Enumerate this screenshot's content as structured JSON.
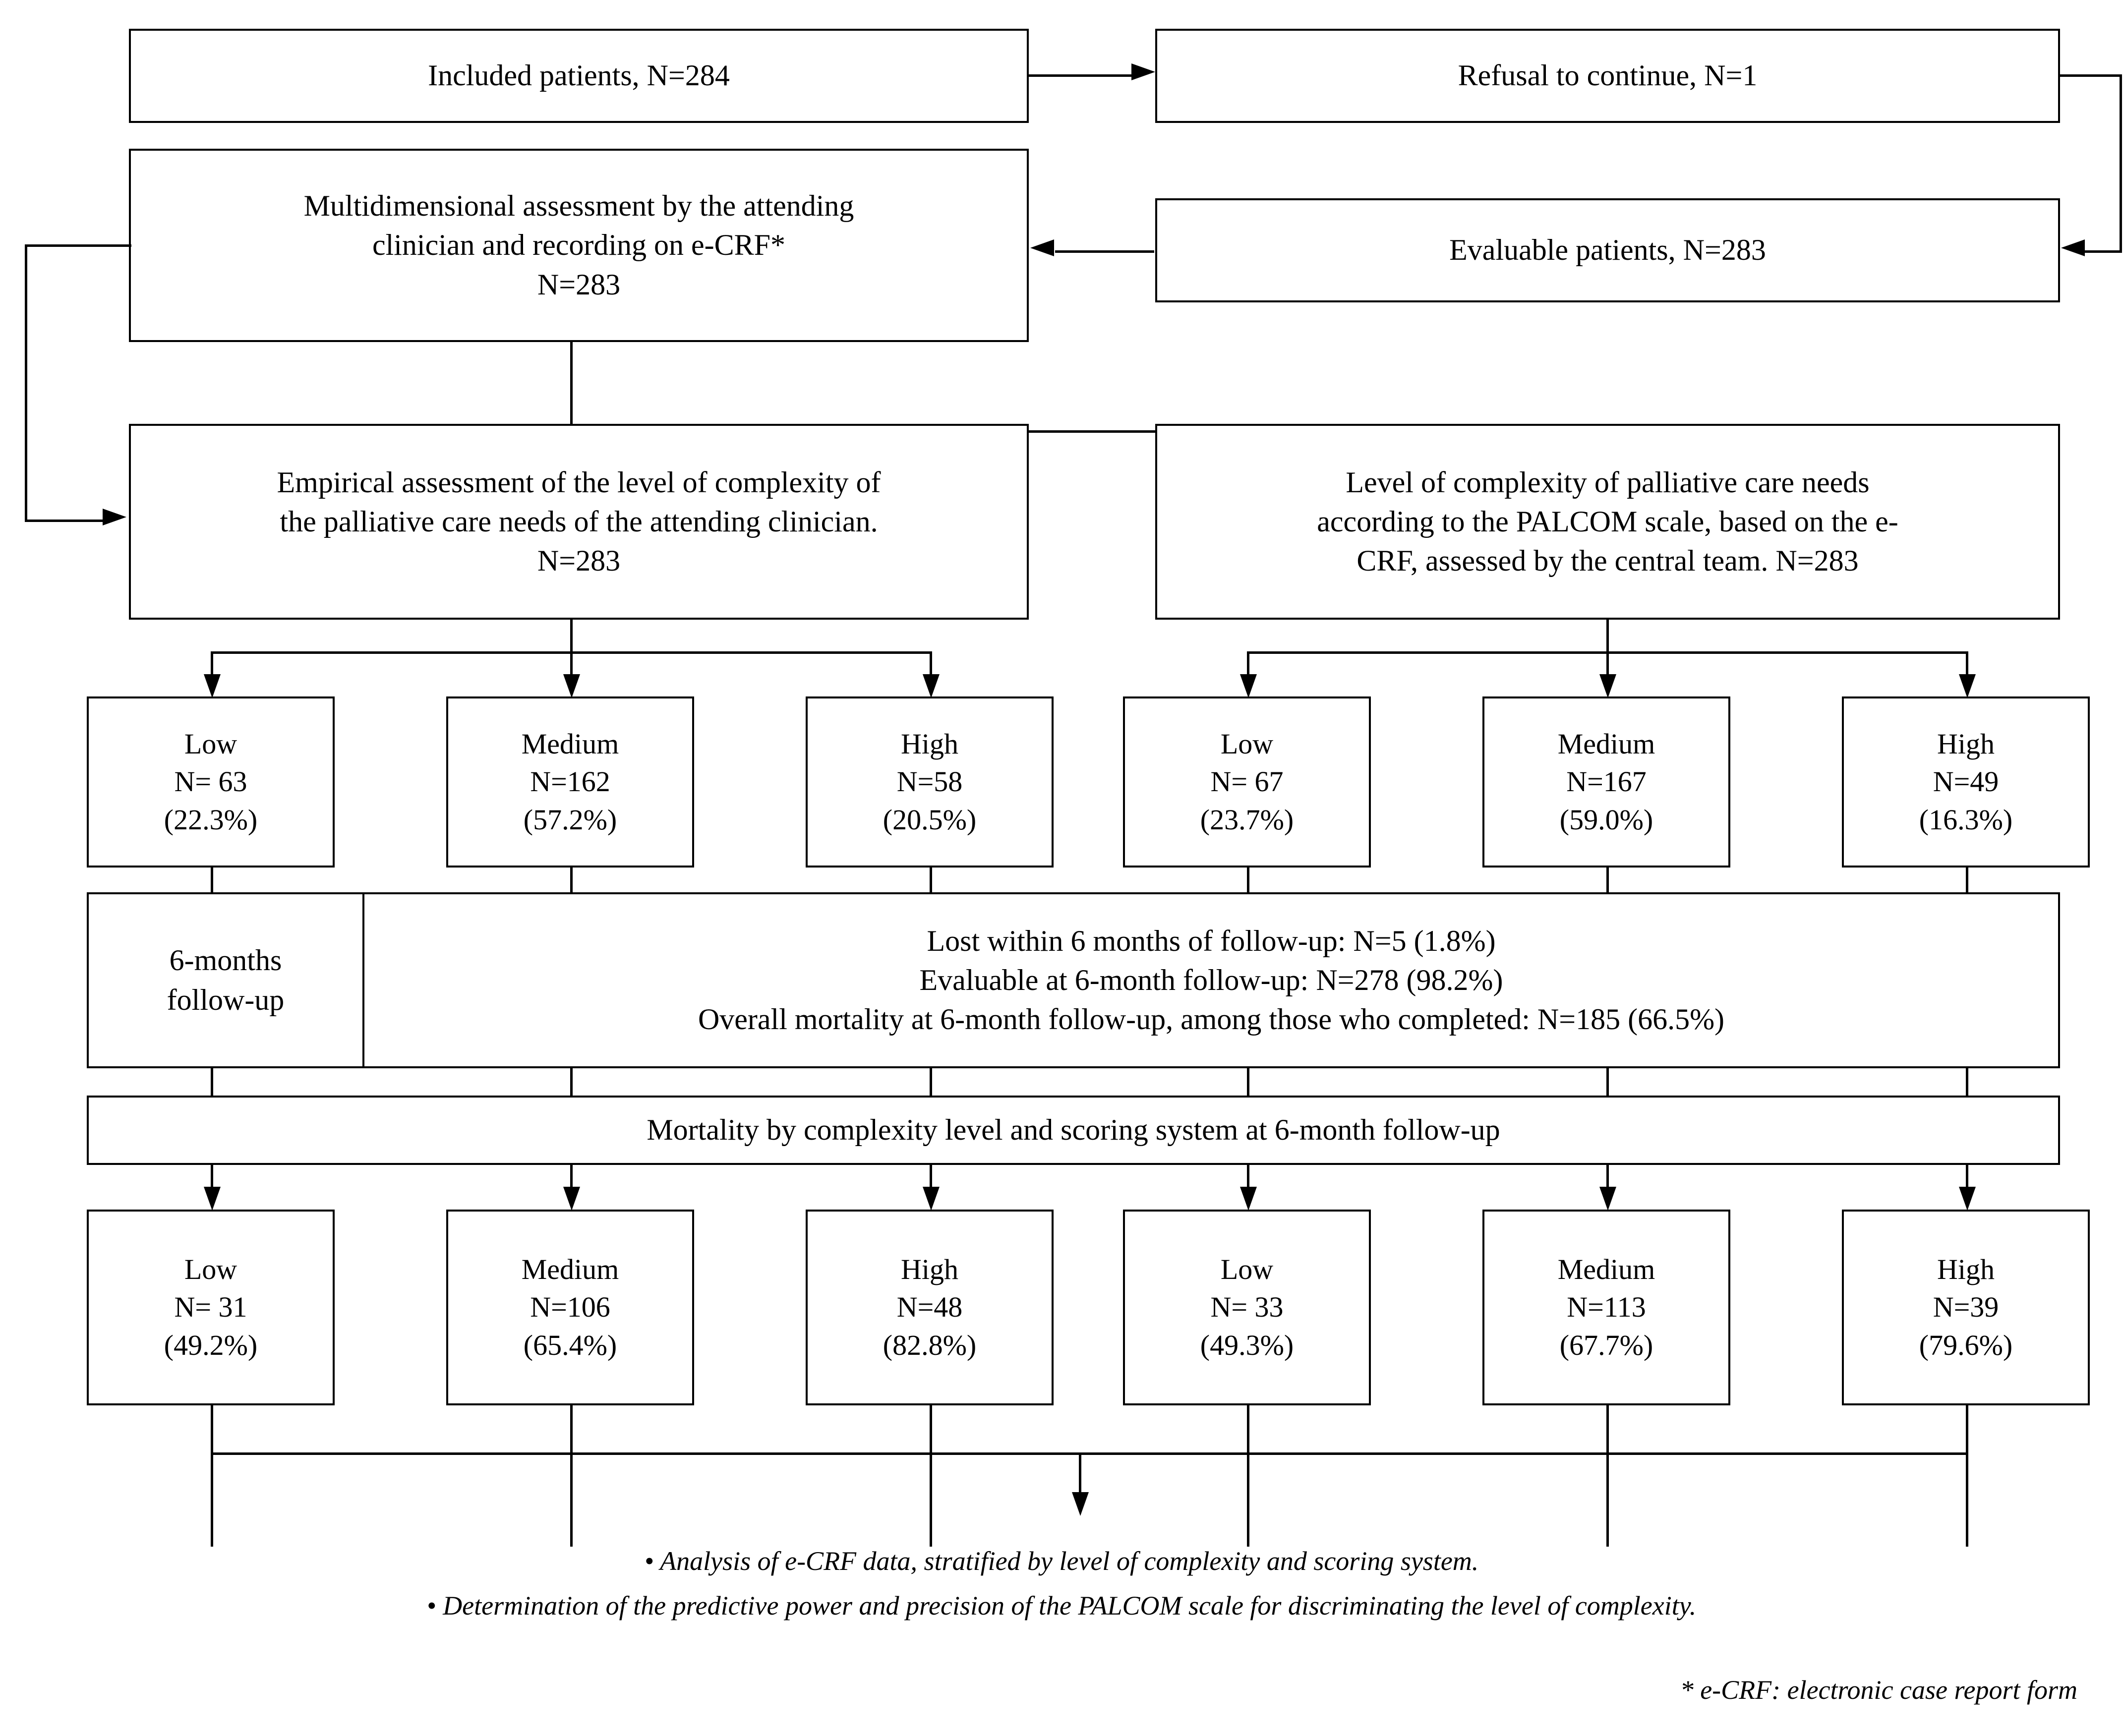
{
  "diagram": {
    "title": "PALCOM study patient flow diagram",
    "nodes": {
      "included": "Included patients, N=284",
      "refusal": "Refusal to continue, N=1",
      "multidimensional": {
        "l1": "Multidimensional assessment by the attending",
        "l2": "clinician and recording on e-CRF*",
        "l3": "N=283"
      },
      "evaluable": "Evaluable patients, N=283",
      "empirical": {
        "l1": "Empirical assessment of the level of complexity of",
        "l2": "the palliative care needs of the attending clinician.",
        "l3": "N=283"
      },
      "palcom": {
        "l1": "Level of complexity of palliative care needs",
        "l2": "according to the PALCOM scale, based on the e-",
        "l3": "CRF, assessed by the central team. N=283"
      },
      "followup_label": {
        "l1": "6-months",
        "l2": "follow-up"
      },
      "followup_body": {
        "l1": "Lost within 6 months of follow-up: N=5 (1.8%)",
        "l2": "Evaluable at 6-month follow-up: N=278 (98.2%)",
        "l3": "Overall mortality at 6-month follow-up, among those who completed: N=185 (66.5%)"
      },
      "mortality_banner": "Mortality by complexity level and scoring system at 6-month follow-up"
    },
    "complexity_row": [
      {
        "level": "Low",
        "n": "N= 63",
        "pct": "(22.3%)"
      },
      {
        "level": "Medium",
        "n": "N=162",
        "pct": "(57.2%)"
      },
      {
        "level": "High",
        "n": "N=58",
        "pct": "(20.5%)"
      },
      {
        "level": "Low",
        "n": "N= 67",
        "pct": "(23.7%)"
      },
      {
        "level": "Medium",
        "n": "N=167",
        "pct": "(59.0%)"
      },
      {
        "level": "High",
        "n": "N=49",
        "pct": "(16.3%)"
      }
    ],
    "mortality_row": [
      {
        "level": "Low",
        "n": "N= 31",
        "pct": "(49.2%)"
      },
      {
        "level": "Medium",
        "n": "N=106",
        "pct": "(65.4%)"
      },
      {
        "level": "High",
        "n": "N=48",
        "pct": "(82.8%)"
      },
      {
        "level": "Low",
        "n": "N= 33",
        "pct": "(49.3%)"
      },
      {
        "level": "Medium",
        "n": "N=113",
        "pct": "(67.7%)"
      },
      {
        "level": "High",
        "n": "N=39",
        "pct": "(79.6%)"
      }
    ],
    "bullets": [
      "• Analysis of e-CRF data, stratified by level of complexity and scoring system.",
      "• Determination of the predictive power and precision of the PALCOM scale for discriminating the level of complexity."
    ],
    "footnote": "* e-CRF: electronic case report form",
    "colors": {
      "stroke": "#000000",
      "background": "#ffffff",
      "text": "#000000"
    }
  }
}
